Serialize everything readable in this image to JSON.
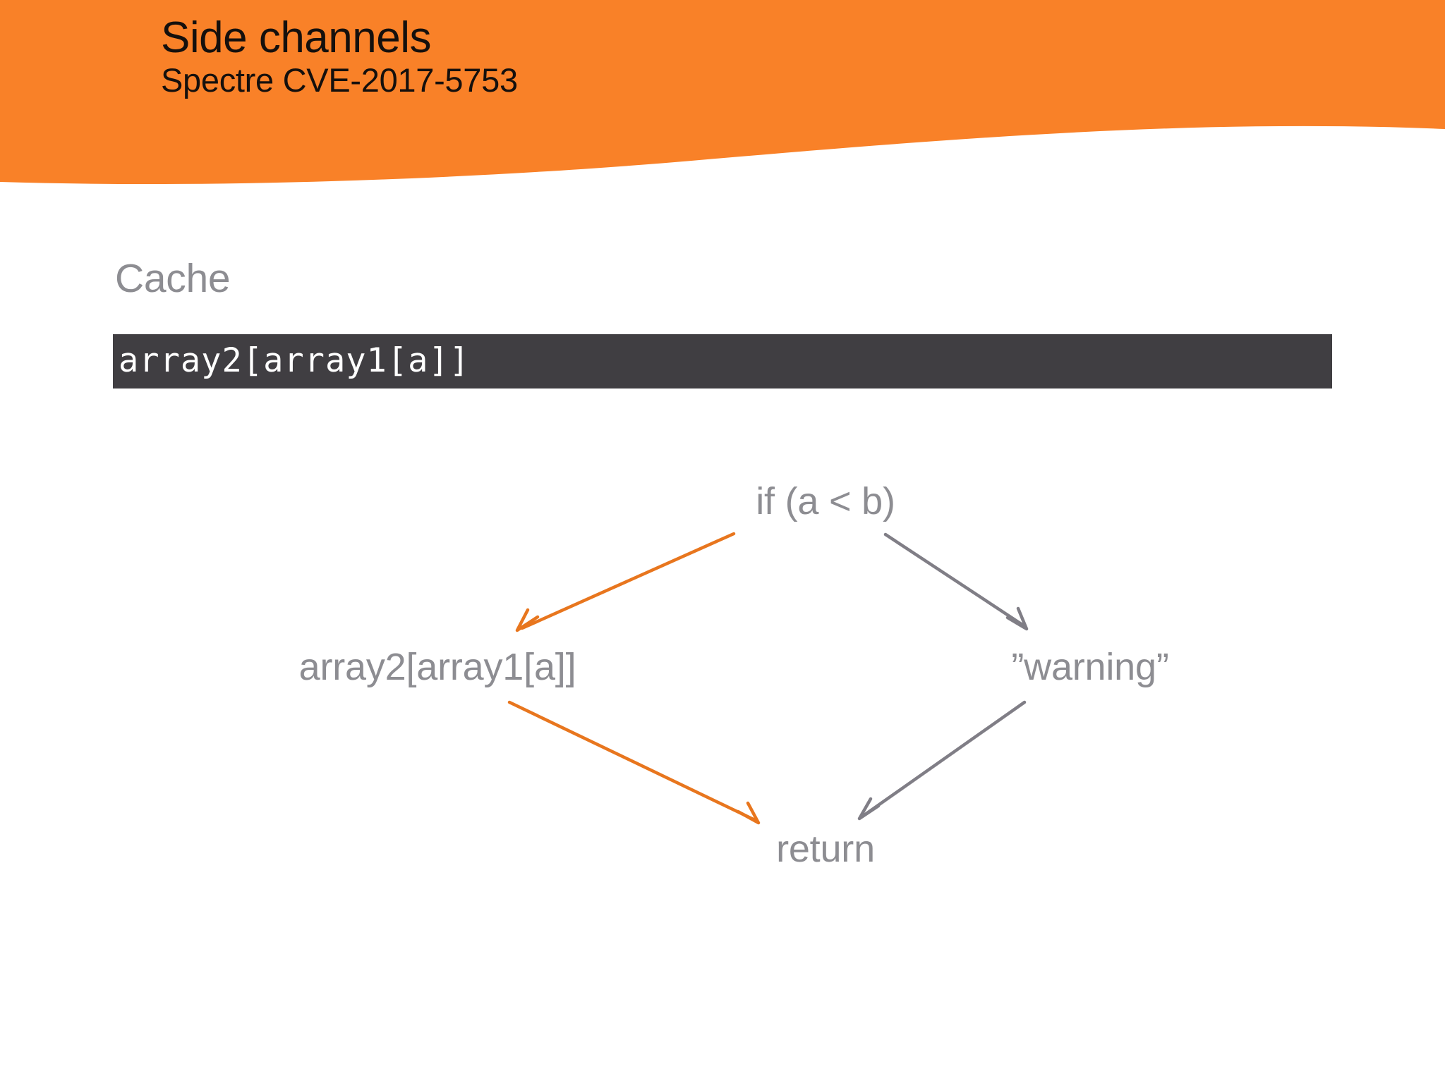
{
  "header": {
    "title": "Side channels",
    "subtitle": "Spectre CVE-2017-5753",
    "background_color": "#F98128",
    "text_color": "#15100D"
  },
  "section": {
    "heading": "Cache",
    "heading_color": "#8D8D92"
  },
  "code_block": {
    "text": "array2[array1[a]]",
    "background_color": "#403E42",
    "text_color": "#FFFFFF"
  },
  "diagram": {
    "type": "control-flow",
    "node_color": "#8D8D92",
    "highlight_color": "#E8761E",
    "neutral_color": "#807E86",
    "nodes": [
      {
        "id": "condition",
        "label": "if (a < b)"
      },
      {
        "id": "true-path",
        "label": "array2[array1[a]]"
      },
      {
        "id": "false-path",
        "label": "”warning”"
      },
      {
        "id": "join",
        "label": "return"
      }
    ],
    "edges": [
      {
        "from": "condition",
        "to": "true-path",
        "style": "highlight"
      },
      {
        "from": "condition",
        "to": "false-path",
        "style": "neutral"
      },
      {
        "from": "true-path",
        "to": "join",
        "style": "highlight"
      },
      {
        "from": "false-path",
        "to": "join",
        "style": "neutral"
      }
    ]
  }
}
